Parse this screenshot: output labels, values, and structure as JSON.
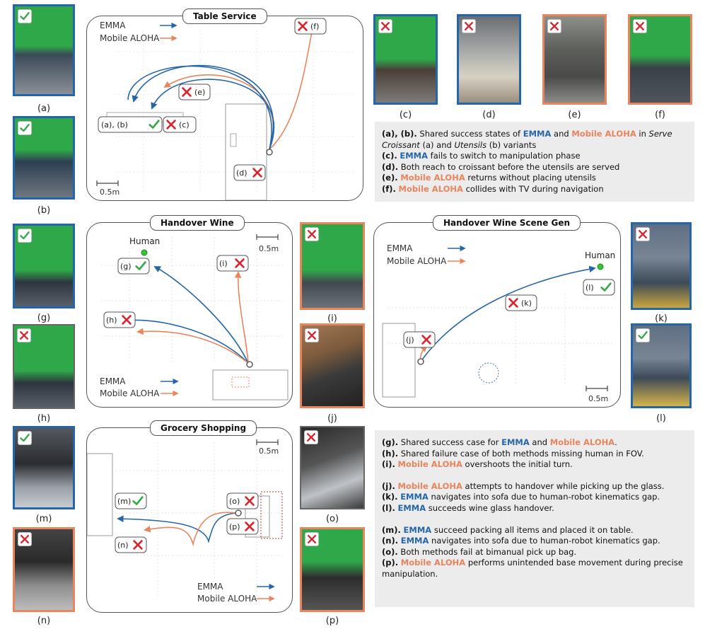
{
  "legend": {
    "emma": "EMMA",
    "aloha": "Mobile ALOHA"
  },
  "colors": {
    "emma": "#2566a8",
    "aloha": "#e9855c",
    "success": "#3aa84a",
    "fail": "#d8262f"
  },
  "panels": {
    "table_service": {
      "title": "Table Service",
      "scale": "0.5m",
      "labels": {
        "ab": "(a), (b)",
        "c": "(c)",
        "d": "(d)",
        "e": "(e)",
        "f": "(f)"
      }
    },
    "handover_wine": {
      "title": "Handover Wine",
      "scale": "0.5m",
      "human": "Human",
      "labels": {
        "g": "(g)",
        "h": "(h)",
        "i": "(i)"
      }
    },
    "handover_scene_gen": {
      "title": "Handover Wine Scene Gen",
      "scale": "0.5m",
      "human": "Human",
      "labels": {
        "j": "(j)",
        "k": "(k)",
        "l": "(l)"
      }
    },
    "grocery": {
      "title": "Grocery Shopping",
      "scale": "0.5m",
      "labels": {
        "m": "(m)",
        "n": "(n)",
        "o": "(o)",
        "p": "(p)"
      }
    }
  },
  "captions": {
    "a": "(a)",
    "b": "(b)",
    "c": "(c)",
    "d": "(d)",
    "e": "(e)",
    "f": "(f)",
    "g": "(g)",
    "h": "(h)",
    "i": "(i)",
    "j": "(j)",
    "k": "(k)",
    "l": "(l)",
    "m": "(m)",
    "n": "(n)",
    "o": "(o)",
    "p": "(p)"
  },
  "notes": {
    "n1": {
      "ab_key": "(a), (b).",
      "ab_t1": " Shared success states of ",
      "ab_emma": "EMMA",
      "ab_t2": " and ",
      "ab_aloha": "Mobile ALOHA",
      "ab_t3": " in ",
      "ab_serve": "Serve Croissant",
      "ab_t4": " (a) and ",
      "ab_utensils": "Utensils",
      "ab_t5": " (b) variants",
      "c_key": "(c).",
      "c_emma": "EMMA",
      "c_t": " fails to switch to manipulation phase",
      "d_key": "(d).",
      "d_t": " Both reach to croissant before the utensils are served",
      "e_key": "(e).",
      "e_aloha": "Mobile ALOHA",
      "e_t": " returns without placing utensils",
      "f_key": "(f).",
      "f_aloha": "Mobile ALOHA",
      "f_t": " collides with TV during navigation"
    },
    "n2": {
      "g_key": "(g).",
      "g_t1": " Shared success case for ",
      "g_emma": "EMMA",
      "g_t2": " and ",
      "g_aloha": "Mobile ALOHA",
      "g_t3": ".",
      "h_key": "(h).",
      "h_t": " Shared failure case of both methods missing human in FOV.",
      "i_key": "(i).",
      "i_aloha": "Mobile ALOHA",
      "i_t": " overshoots the initial turn.",
      "j_key": "(j).",
      "j_aloha": "Mobile ALOHA",
      "j_t": " attempts to handover while picking up the glass.",
      "k_key": "(k).",
      "k_emma": "EMMA",
      "k_t": " navigates into sofa due to human-robot kinematics gap.",
      "l_key": "(l).",
      "l_emma": "EMMA",
      "l_t": " succeeds wine glass handover.",
      "m_key": "(m).",
      "m_emma": "EMMA",
      "m_t": " succeed packing all items and placed it on table.",
      "n_key": "(n).",
      "n_emma": "EMMA",
      "n_t": " navigates into sofa due to human-robot kinematics gap.",
      "o_key": "(o).",
      "o_t": " Both methods fail at bimanual pick up bag.",
      "p_key": "(p).",
      "p_aloha": "Mobile ALOHA",
      "p_t": " performs unintended base movement during precise manipulation."
    }
  }
}
